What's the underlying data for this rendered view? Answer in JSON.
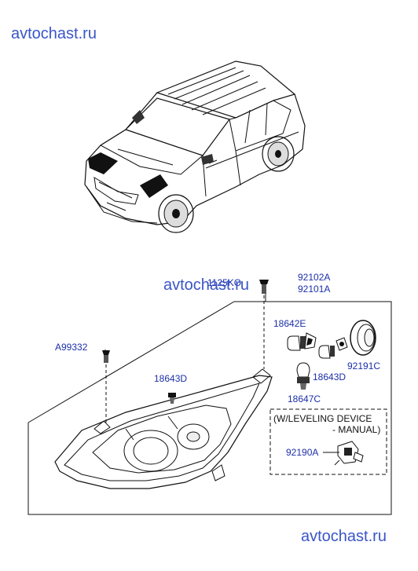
{
  "watermarks": [
    "avtochast.ru",
    "avtochast.ru",
    "avtochast.ru"
  ],
  "parts": {
    "assembly_a": "92102A",
    "assembly_b": "92101A",
    "screw": "1125KO",
    "a99332": "A99332",
    "b18642e": "18642E",
    "b18643d_left": "18643D",
    "b18643d_right": "18643D",
    "b18647c": "18647C",
    "cap_92191c": "92191C",
    "actuator_92190a": "92190A"
  },
  "leveling_box": {
    "line1": "(W/LEVELING DEVICE",
    "line2": "- MANUAL)"
  },
  "colors": {
    "label": "#1c2fa8",
    "watermark": "#3a55c8",
    "line": "#111111"
  }
}
